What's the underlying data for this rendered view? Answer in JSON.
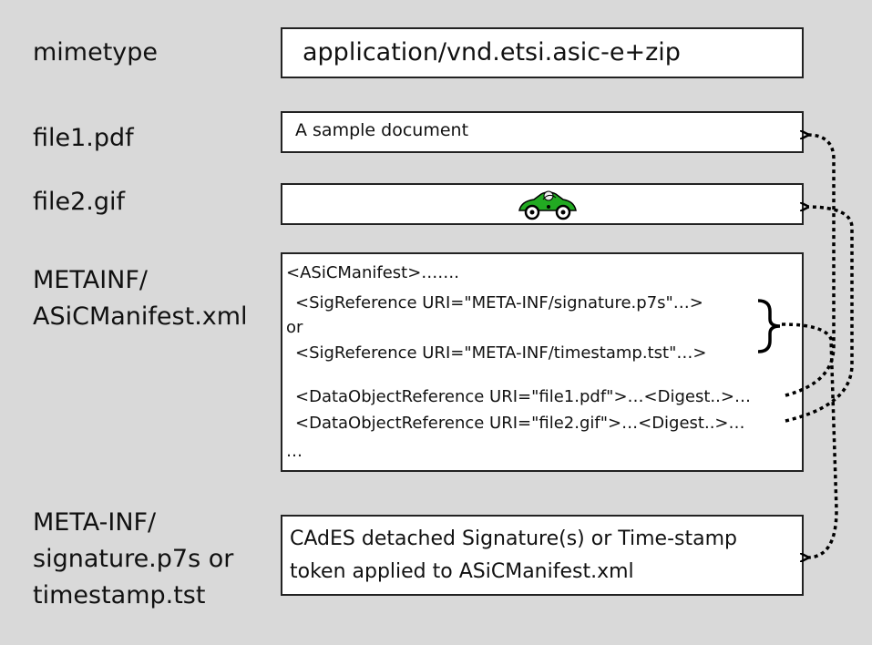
{
  "labels": {
    "mimetype": "mimetype",
    "file1": "file1.pdf",
    "file2": "file2.gif",
    "manifest": "METAINF/\nASiCManifest.xml",
    "signature": "META-INF/\nsignature.p7s or\ntimestamp.tst"
  },
  "boxes": {
    "mimetype_value": "application/vnd.etsi.asic-e+zip",
    "file1_content": "A sample document",
    "manifest_lines": [
      "<ASiCManifest>…….",
      "<SigReference URI=\"META-INF/signature.p7s\"…>",
      "or",
      "<SigReference URI=\"META-INF/timestamp.tst\"…>",
      "<DataObjectReference URI=\"file1.pdf\">…<Digest..>…",
      "<DataObjectReference URI=\"file2.gif\">…<Digest..>…",
      "…"
    ],
    "signature_lines": [
      "CAdES detached Signature(s) or Time-stamp",
      "token applied to ASiCManifest.xml"
    ]
  },
  "icons": {
    "file2_image": "green-car-icon"
  },
  "colors": {
    "background": "#d9d9d9",
    "box_fill": "#ffffff",
    "car_green": "#22aa22",
    "arrow": "#000000"
  }
}
